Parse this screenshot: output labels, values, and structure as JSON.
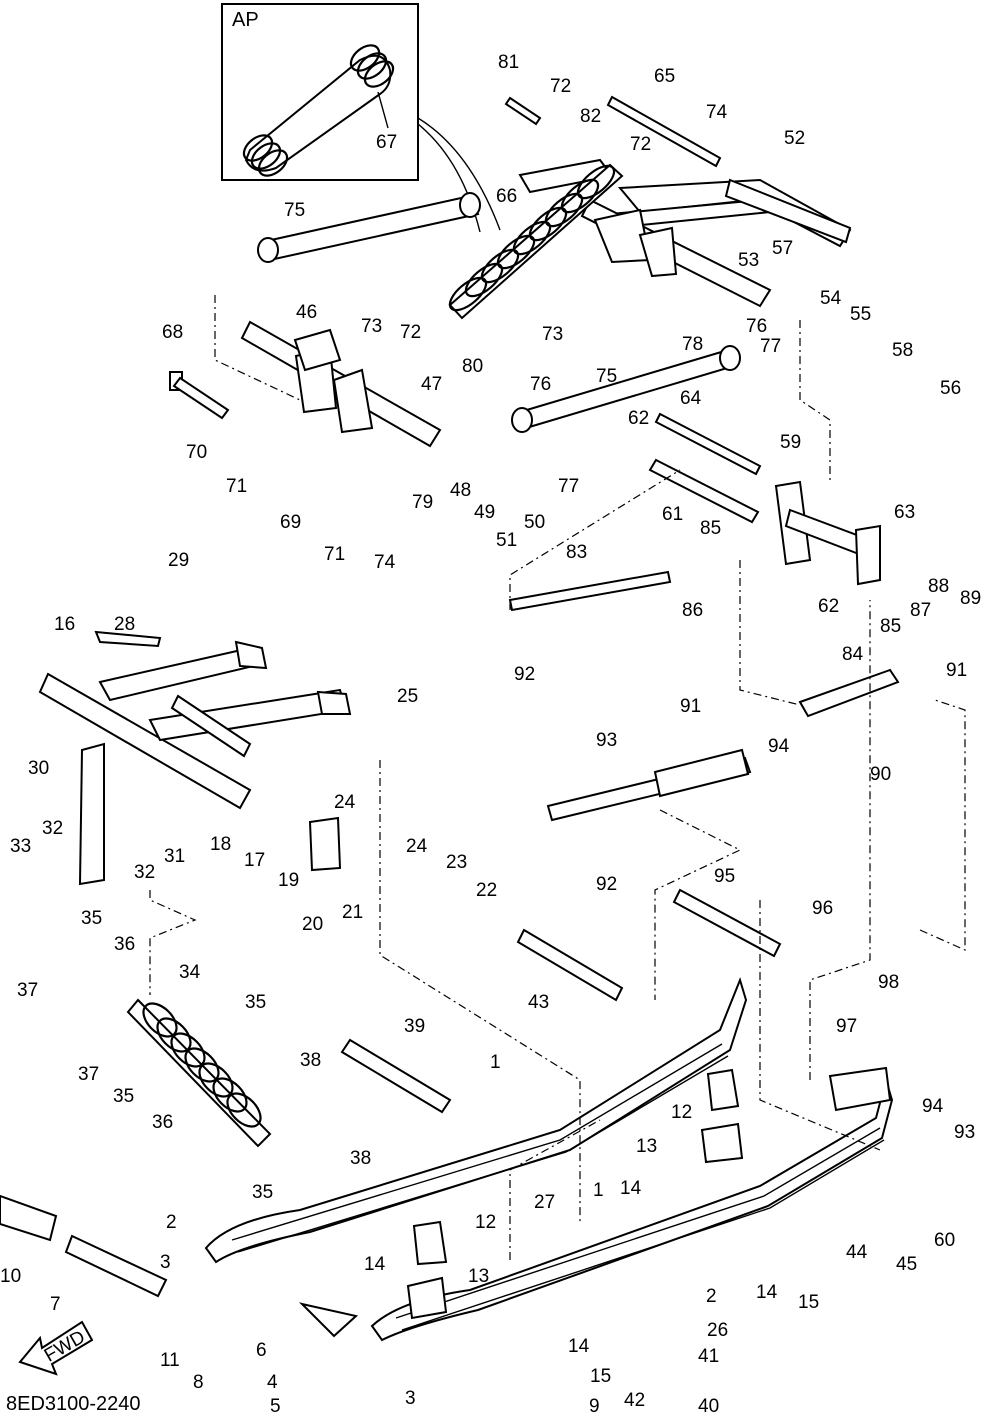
{
  "inset_label": "AP",
  "drawing_code": "8ED3100-2240",
  "fwd_label": "FWD",
  "icon": "forward-arrow-icon",
  "callouts": [
    "1",
    "1",
    "2",
    "2",
    "3",
    "3",
    "4",
    "5",
    "6",
    "7",
    "8",
    "9",
    "10",
    "11",
    "12",
    "12",
    "13",
    "13",
    "14",
    "14",
    "14",
    "14",
    "15",
    "15",
    "16",
    "17",
    "18",
    "19",
    "20",
    "21",
    "22",
    "23",
    "24",
    "24",
    "25",
    "26",
    "27",
    "28",
    "29",
    "30",
    "31",
    "32",
    "32",
    "33",
    "34",
    "35",
    "35",
    "35",
    "35",
    "36",
    "36",
    "37",
    "37",
    "38",
    "38",
    "39",
    "40",
    "41",
    "42",
    "43",
    "44",
    "45",
    "46",
    "47",
    "48",
    "49",
    "50",
    "51",
    "52",
    "53",
    "54",
    "55",
    "56",
    "57",
    "58",
    "59",
    "60",
    "61",
    "62",
    "62",
    "63",
    "64",
    "65",
    "66",
    "67",
    "68",
    "69",
    "70",
    "71",
    "71",
    "72",
    "72",
    "72",
    "73",
    "73",
    "74",
    "74",
    "75",
    "75",
    "76",
    "76",
    "77",
    "77",
    "78",
    "79",
    "80",
    "81",
    "82",
    "83",
    "84",
    "85",
    "85",
    "86",
    "87",
    "88",
    "89",
    "90",
    "91",
    "91",
    "92",
    "92",
    "93",
    "93",
    "94",
    "94",
    "95",
    "96",
    "97",
    "98"
  ]
}
